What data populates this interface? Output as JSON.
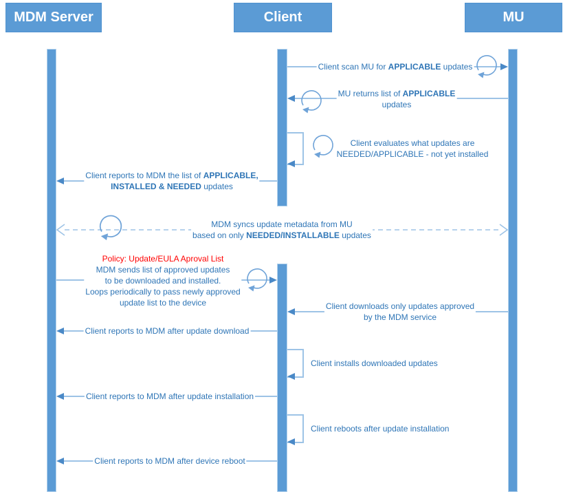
{
  "actors": {
    "mdm": "MDM Server",
    "client": "Client",
    "mu": "MU"
  },
  "colors": {
    "actor_fill": "#5B9BD5",
    "line_blue": "#9DC3E6",
    "arrowhead_blue": "#4A89C7",
    "text_blue": "#2E75B6",
    "policy_red": "#FF0000"
  },
  "messages": {
    "scan": {
      "pre": "Client scan MU for ",
      "bold": "APPLICABLE",
      "post": " updates"
    },
    "returns": {
      "pre": "MU returns list of ",
      "bold": "APPLICABLE",
      "line2": "updates"
    },
    "evaluates": {
      "line1": "Client evaluates what updates are",
      "line2": "NEEDED/APPLICABLE - not yet installed"
    },
    "reports_list": {
      "pre": "Client reports to MDM the list of ",
      "bold1": "APPLICABLE,",
      "bold2": "INSTALLED & NEEDED",
      "post": " updates"
    },
    "sync": {
      "line1": "MDM syncs update metadata from MU",
      "pre2": "based on only ",
      "bold2": "NEEDED/INSTALLABLE",
      "post2": " updates"
    },
    "policy": {
      "title": "Policy: Update/EULA Aproval List",
      "line1": "MDM sends list of approved updates",
      "line2": "to be downloaded and installed.",
      "line3": "Loops periodically to pass newly approved",
      "line4": "update list to the device"
    },
    "downloads": {
      "line1": "Client downloads only updates approved",
      "line2": "by the MDM service"
    },
    "report_download": "Client reports to MDM after update download",
    "installs": "Client installs downloaded updates",
    "report_install": "Client reports to MDM after update installation",
    "reboots": "Client reboots after update installation",
    "report_reboot": "Client reports to MDM after device reboot"
  }
}
